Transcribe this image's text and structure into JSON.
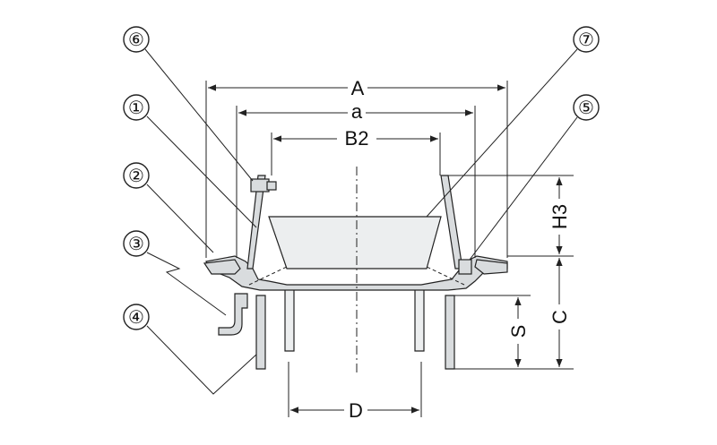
{
  "dimensions": {
    "A": "A",
    "a": "a",
    "B2": "B2",
    "H3": "H3",
    "C": "C",
    "S": "S",
    "D": "D"
  },
  "balloons": {
    "p1": "①",
    "p2": "②",
    "p3": "③",
    "p4": "④",
    "p5": "⑤",
    "p6": "⑥",
    "p7": "⑦"
  },
  "colors": {
    "line": "#222222",
    "part_fill": "#d9dcde",
    "part_fill_light": "#eceeef"
  }
}
